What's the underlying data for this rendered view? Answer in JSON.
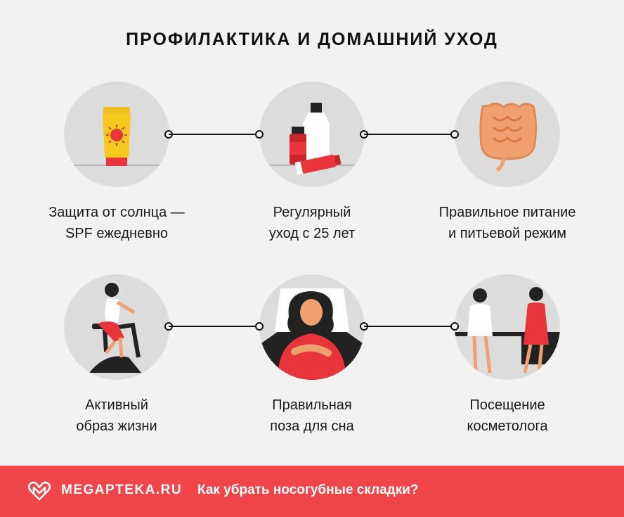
{
  "page": {
    "title": "ПРОФИЛАКТИКА И ДОМАШНИЙ УХОД"
  },
  "items": [
    {
      "icon": "sunscreen-tube-icon",
      "line1": "Защита от солнца —",
      "line2": "SPF ежедневно"
    },
    {
      "icon": "bottles-and-tube-icon",
      "line1": "Регулярный",
      "line2": "уход с 25 лет"
    },
    {
      "icon": "intestines-icon",
      "line1": "Правильное питание",
      "line2": "и питьевой режим"
    },
    {
      "icon": "exercise-bike-icon",
      "line1": "Активный",
      "line2": "образ жизни"
    },
    {
      "icon": "sleeping-woman-icon",
      "line1": "Правильная",
      "line2": "поза для сна"
    },
    {
      "icon": "cosmetologist-visit-icon",
      "line1": "Посещение",
      "line2": "косметолога"
    }
  ],
  "footer": {
    "brand": "MEGAPTEKA.RU",
    "article": "Как убрать носогубные складки?",
    "logo_icon": "m-heart-logo-icon"
  },
  "colors": {
    "accent": "#f0464a",
    "circle": "#dcdcdc",
    "background": "#f2f2f2"
  }
}
